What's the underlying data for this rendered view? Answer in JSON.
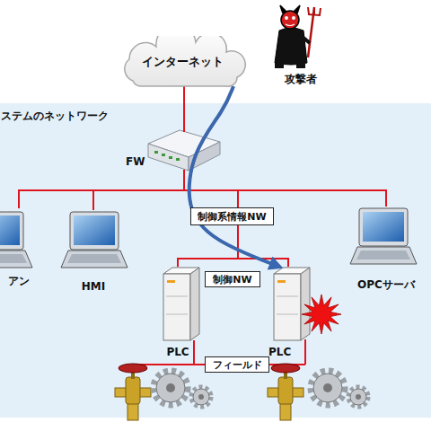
{
  "diagram": {
    "nodes": [
      {
        "text": [
          "インターネット"
        ]
      },
      {
        "text": [
          "ステムのネットワーク"
        ]
      },
      {
        "text": [
          "FW"
        ],
        "in": 1
      },
      {
        "text": [
          "アン"
        ],
        "in": 1
      },
      {
        "text": [
          "HMI"
        ],
        "in": 1
      },
      {
        "text": [
          "制御系情報NW"
        ],
        "in": 1
      },
      {
        "text": [
          "OPCサーバ"
        ],
        "in": 1
      },
      {
        "text": [
          "制御NW"
        ],
        "in": 1
      },
      {
        "text": [
          "PLC"
        ],
        "in": 1
      },
      {
        "text": [
          "PLC"
        ],
        "in": 1
      },
      {
        "text": [
          "フィールド"
        ],
        "in": 1
      }
    ],
    "edges": [
      {
        "from": 0,
        "to": 2,
        "arrow": "none"
      },
      {
        "from": 2,
        "to": 3,
        "arrow": "none"
      },
      {
        "from": 2,
        "to": 4,
        "arrow": "none"
      },
      {
        "from": 2,
        "to": 6,
        "arrow": "none"
      },
      {
        "from": 2,
        "to": 8,
        "arrow": "none"
      },
      {
        "from": 2,
        "to": 9,
        "arrow": "none"
      },
      {
        "from": 0,
        "to": 9,
        "arrow": "to"
      }
    ],
    "labels": [
      "攻撃者"
    ]
  }
}
